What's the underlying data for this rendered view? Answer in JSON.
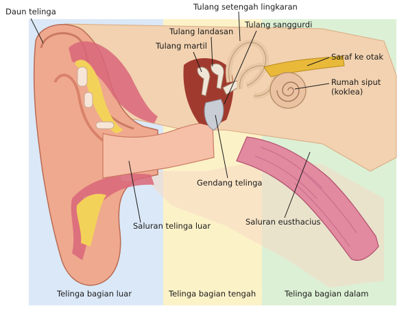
{
  "zones": [
    {
      "name": "Telinga bagian luar",
      "color": "#dbe8f7"
    },
    {
      "name": "Telinga bagian tengah",
      "color": "#fcf2c8"
    },
    {
      "name": "Telinga bagian dalam",
      "color": "#dcf0d5"
    }
  ],
  "labels": {
    "daun_telinga": "Daun telinga",
    "tulang_setengah_lingkaran": "Tulang setengah lingkaran",
    "tulang_landasan": "Tulang landasan",
    "tulang_sanggurdi": "Tulang sanggurdi",
    "tulang_martil": "Tulang martil",
    "saraf_ke_otak": "Saraf ke otak",
    "rumah_siput_line1": "Rumah siput",
    "rumah_siput_line2": "(koklea)",
    "gendang_telinga": "Gendang telinga",
    "saluran_telinga_luar": "Saluran telinga luar",
    "saluran_eusthacius": "Saluran eusthacius"
  },
  "colors": {
    "skin": "#efa98f",
    "skin_dark": "#d9826a",
    "cartilage": "#f7d9b4",
    "bone": "#f2d2b0",
    "muscle": "#d9667a",
    "fat": "#f3d25a",
    "nerve": "#e9b93a",
    "membrane": "#c8cdd6"
  }
}
